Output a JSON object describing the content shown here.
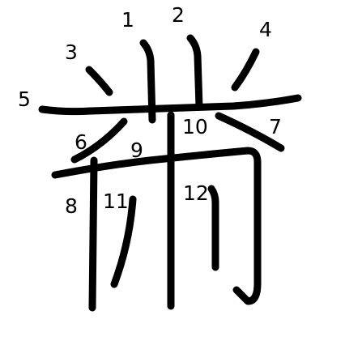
{
  "character": {
    "stroke_count": 12,
    "stroke_numbers": [
      "1",
      "2",
      "3",
      "4",
      "5",
      "6",
      "7",
      "8",
      "9",
      "10",
      "11",
      "12"
    ]
  },
  "colors": {
    "background": "#ffffff",
    "ink": "#000000"
  }
}
